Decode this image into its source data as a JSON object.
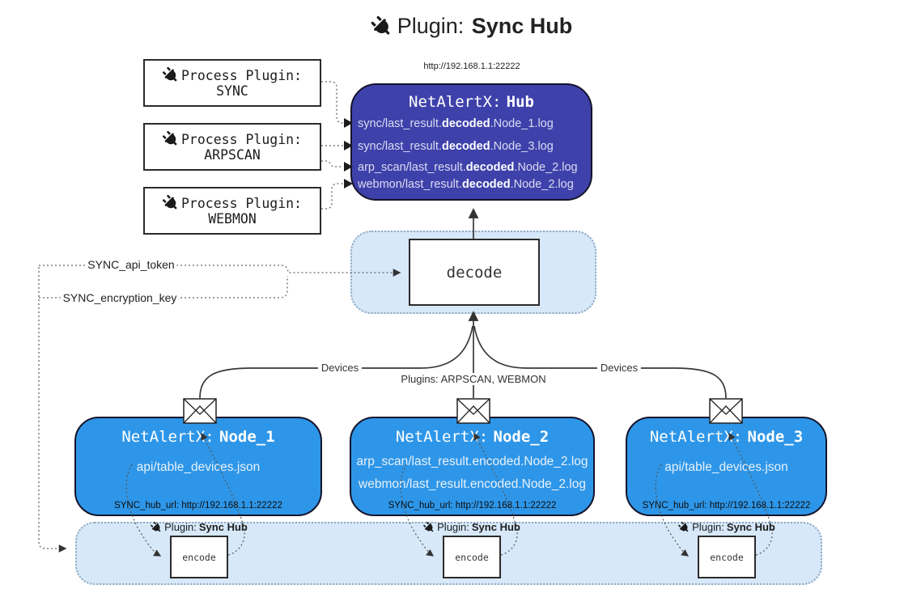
{
  "title": {
    "prefix": "Plugin:",
    "bold": "Sync Hub"
  },
  "process_plugins": [
    {
      "label": "Process Plugin:",
      "name": "SYNC"
    },
    {
      "label": "Process Plugin:",
      "name": "ARPSCAN"
    },
    {
      "label": "Process Plugin:",
      "name": "WEBMON"
    }
  ],
  "hub": {
    "url": "http://192.168.1.1:22222",
    "name_prefix": "NetAlertX:",
    "name_bold": "Hub",
    "logs": [
      {
        "pre": "sync/last_result.",
        "bold": "decoded",
        "post": ".Node_1.log"
      },
      {
        "pre": "sync/last_result.",
        "bold": "decoded",
        "post": ".Node_3.log"
      },
      {
        "pre": "arp_scan/last_result.",
        "bold": "decoded",
        "post": ".Node_2.log"
      },
      {
        "pre": "webmon/last_result.",
        "bold": "decoded",
        "post": ".Node_2.log"
      }
    ]
  },
  "decode_box": {
    "label": "decode"
  },
  "keys": {
    "api_token": "SYNC_api_token",
    "encryption_key": "SYNC_encryption_key"
  },
  "edge_labels": {
    "devices_left": "Devices",
    "plugins_center": "Plugins: ARPSCAN, WEBMON",
    "devices_right": "Devices"
  },
  "nodes": [
    {
      "name_prefix": "NetAlertX:",
      "name_bold": "Node_1",
      "files": [
        "api/table_devices.json"
      ],
      "hub_url_label": "SYNC_hub_url: http://192.168.1.1:22222"
    },
    {
      "name_prefix": "NetAlertX:",
      "name_bold": "Node_2",
      "files": [
        "arp_scan/last_result.encoded.Node_2.log",
        "webmon/last_result.encoded.Node_2.log"
      ],
      "hub_url_label": "SYNC_hub_url: http://192.168.1.1:22222"
    },
    {
      "name_prefix": "NetAlertX:",
      "name_bold": "Node_3",
      "files": [
        "api/table_devices.json"
      ],
      "hub_url_label": "SYNC_hub_url: http://192.168.1.1:22222"
    }
  ],
  "encoders": [
    {
      "plugin_prefix": "Plugin:",
      "plugin_bold": "Sync Hub",
      "label": "encode"
    },
    {
      "plugin_prefix": "Plugin:",
      "plugin_bold": "Sync Hub",
      "label": "encode"
    },
    {
      "plugin_prefix": "Plugin:",
      "plugin_bold": "Sync Hub",
      "label": "encode"
    }
  ],
  "icons": {
    "title": "plug-icon",
    "process": "plug-icon",
    "encoder": "plug-icon",
    "node_top": "envelope-icon"
  },
  "colors": {
    "hub_bg": "#3F41AB",
    "node_bg": "#2E96E8",
    "container_bg": "#D7E8F9",
    "container_border": "#8FA9C0"
  }
}
